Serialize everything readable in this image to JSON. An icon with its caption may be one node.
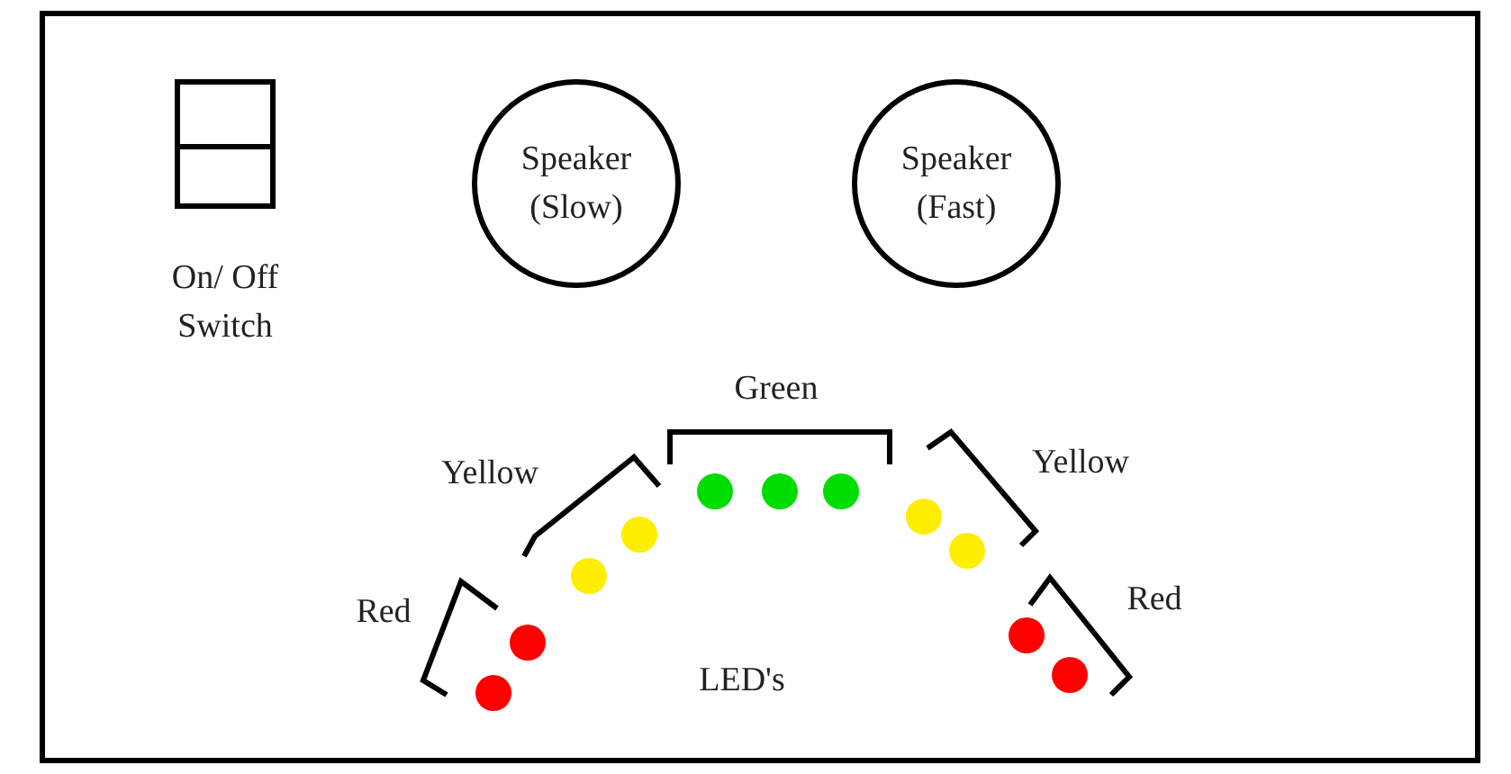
{
  "diagram": {
    "nodes": [
      {
        "text": [],
        "shape": "box",
        "beside": [
          "On/ Off Switch"
        ]
      },
      {
        "text": [
          "Speaker (Slow)"
        ]
      },
      {
        "text": [
          "Speaker (Fast)"
        ]
      },
      {
        "text": [],
        "shape": "circle"
      },
      {
        "text": [],
        "shape": "circle"
      },
      {
        "text": [],
        "shape": "circle"
      },
      {
        "text": [],
        "shape": "circle"
      },
      {
        "text": [],
        "shape": "circle"
      },
      {
        "text": [],
        "shape": "circle"
      },
      {
        "text": [],
        "shape": "circle"
      },
      {
        "text": [],
        "shape": "circle"
      },
      {
        "text": [],
        "shape": "circle"
      },
      {
        "text": [],
        "shape": "circle"
      },
      {
        "text": [],
        "shape": "circle"
      }
    ],
    "labels": [
      "Green",
      "Yellow",
      "Yellow",
      "Red",
      "Red",
      "LED's"
    ]
  }
}
